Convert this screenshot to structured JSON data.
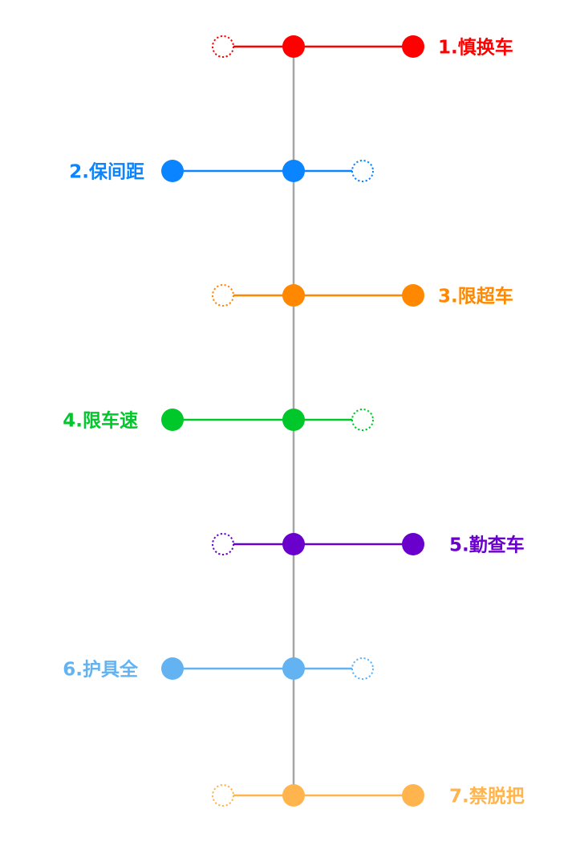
{
  "colors": {
    "spine": "#a6a6a6"
  },
  "items": [
    {
      "label": "1.慎换车",
      "color": "#ff0000",
      "side": "right"
    },
    {
      "label": "2.保间距",
      "color": "#0a84ff",
      "side": "left"
    },
    {
      "label": "3.限超车",
      "color": "#ff8800",
      "side": "right"
    },
    {
      "label": "4.限车速",
      "color": "#00c82a",
      "side": "left"
    },
    {
      "label": "5.勤查车",
      "color": "#6a00cc",
      "side": "right"
    },
    {
      "label": "6.护具全",
      "color": "#63b3f2",
      "side": "left"
    },
    {
      "label": "7.禁脱把",
      "color": "#ffb44d",
      "side": "right"
    }
  ]
}
